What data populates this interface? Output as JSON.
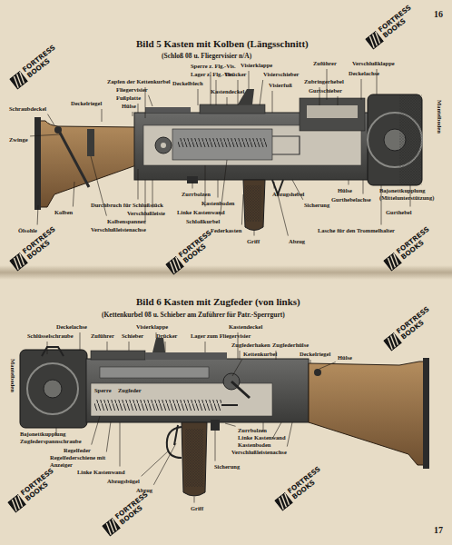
{
  "diagram": {
    "title": "Bild 5 Kasten mit Kolben (Längsschnitt)",
    "labels": [
      "(Schloß 08 u. Fliegervisier n/A)",
      "16",
      "Schraubdeckel",
      "Deckelriegel",
      "Zapfen der Kettenkurbel",
      "Fliegervisier",
      "Fußplatte",
      "Hülse",
      "Zwinge",
      "Sperre z. Flg.-Vis.",
      "Lager z. Flg.-Vis.",
      "Deckelblech",
      "Kastendeckel",
      "Visierklappe",
      "Drücker",
      "Visierschieber",
      "Visierfuß",
      "Zuführer",
      "Verschlußklappe",
      "Deckelachse",
      "Zubringerhebel",
      "Gurtschieber",
      "Mantelboden",
      "Kolben",
      "Ölsohle",
      "Durchbruch für Schlußstück",
      "Kolbenspanner",
      "Verschlußleiste",
      "Verschlußleistenachse",
      "Zurrbolzen",
      "Kastenboden",
      "Linke Kastenwand",
      "Schloßkurbel",
      "Federkasten",
      "Griff",
      "Abzug",
      "Abzugshebel",
      "Sicherung",
      "Lasche für den Trommelhalter",
      "Hülse",
      "Gurthebelachse",
      "Bajonettkupplung (Mittelunterstützung)",
      "Gurthebel",
      "Bild 6 Kasten mit Zugfeder (von links)",
      "(Kettenkurbel 08 u. Schieber am Zuführer für Patr.-Sperrgurt)",
      "Schlüsselschraube",
      "Deckelachse",
      "Zuführer",
      "Schieber",
      "Visierklappe",
      "Drücker",
      "Lager zum Fliegervisier",
      "Kastendeckel",
      "Zugfederhaken",
      "Kettenkurbel",
      "Zugfederhülse",
      "Deckelriegel",
      "Hülse",
      "Mantelboden",
      "Bajonettkupplung",
      "Zugfederspannschraube",
      "Sperre",
      "Zugfeder",
      "Regelfeder",
      "Regelfederschiene mit Anzeiger",
      "Linke Kastenwand",
      "Abzugsbügel",
      "Abzug",
      "Griff",
      "Sicherung",
      "Zurrbolzen",
      "Linke Kastenwand",
      "Kastenboden",
      "Verschlußleistenachse",
      "17",
      "FORTRESS BOOKS",
      "FORTRESS BOOKS",
      "FORTRESS BOOKS",
      "FORTRESS BOOKS",
      "FORTRESS BOOKS",
      "FORTRESS BOOKS",
      "FORTRESS BOOKS",
      "FORTRESS BOOKS",
      "FORTRESS BOOKS"
    ]
  }
}
